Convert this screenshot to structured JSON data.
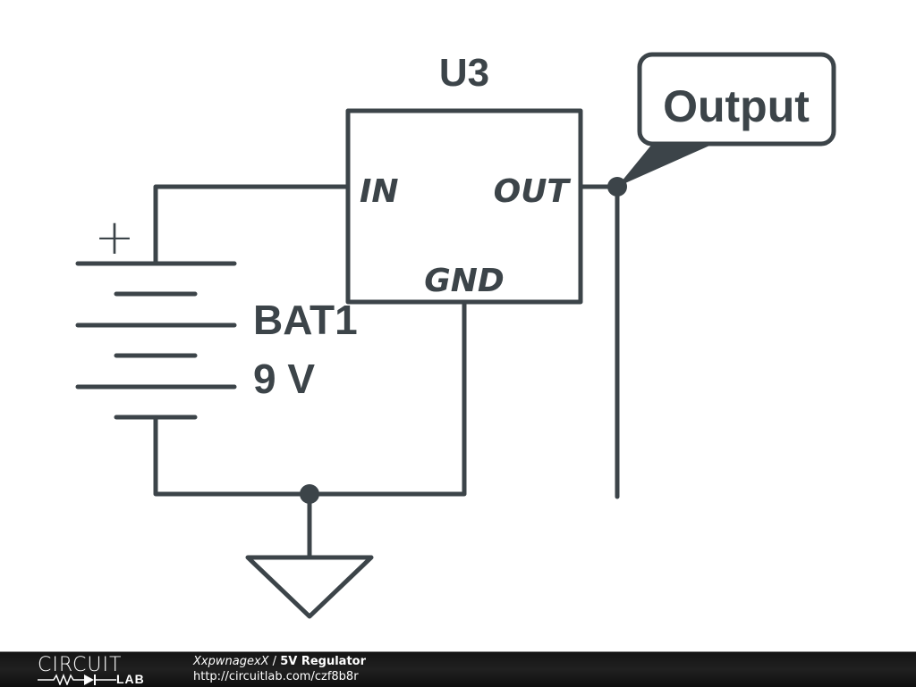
{
  "schematic": {
    "regulator": {
      "designator": "U3",
      "pins": {
        "in": "IN",
        "out": "OUT",
        "gnd": "GND"
      }
    },
    "battery": {
      "designator": "BAT1",
      "value": "9 V",
      "polarity_mark": "+"
    },
    "net_label": {
      "text": "Output"
    },
    "colors": {
      "ink": "#3c4449",
      "background": "#ffffff"
    }
  },
  "footer": {
    "logo": {
      "top": "CIRCUIT",
      "bottom": "LAB"
    },
    "author": "XxpwnagexX",
    "separator": " / ",
    "title": "5V Regulator",
    "url": "http://circuitlab.com/czf8b8r"
  }
}
